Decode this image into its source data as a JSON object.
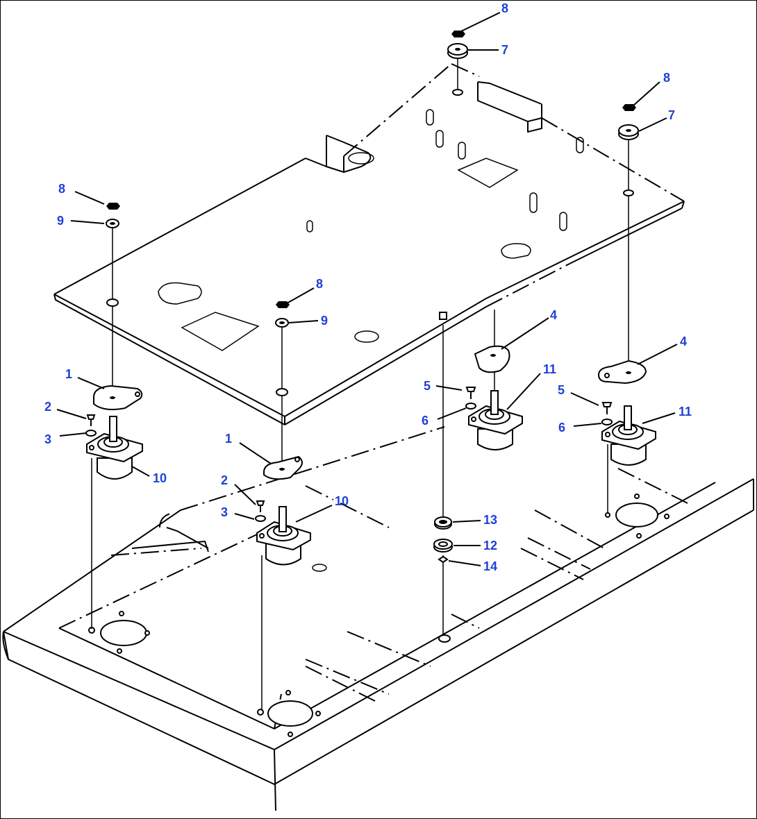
{
  "diagram": {
    "accent_color": "#1f3fd6",
    "callouts": [
      {
        "id": "c8a",
        "label": "8"
      },
      {
        "id": "c7a",
        "label": "7"
      },
      {
        "id": "c8b",
        "label": "8"
      },
      {
        "id": "c7b",
        "label": "7"
      },
      {
        "id": "c8c",
        "label": "8"
      },
      {
        "id": "c9a",
        "label": "9"
      },
      {
        "id": "c8d",
        "label": "8"
      },
      {
        "id": "c9b",
        "label": "9"
      },
      {
        "id": "c4a",
        "label": "4"
      },
      {
        "id": "c4b",
        "label": "4"
      },
      {
        "id": "c1a",
        "label": "1"
      },
      {
        "id": "c2a",
        "label": "2"
      },
      {
        "id": "c3a",
        "label": "3"
      },
      {
        "id": "c10a",
        "label": "10"
      },
      {
        "id": "c5a",
        "label": "5"
      },
      {
        "id": "c6a",
        "label": "6"
      },
      {
        "id": "c11a",
        "label": "11"
      },
      {
        "id": "c5b",
        "label": "5"
      },
      {
        "id": "c6b",
        "label": "6"
      },
      {
        "id": "c11b",
        "label": "11"
      },
      {
        "id": "c1b",
        "label": "1"
      },
      {
        "id": "c2b",
        "label": "2"
      },
      {
        "id": "c3b",
        "label": "3"
      },
      {
        "id": "c10b",
        "label": "10"
      },
      {
        "id": "c13",
        "label": "13"
      },
      {
        "id": "c12",
        "label": "12"
      },
      {
        "id": "c14",
        "label": "14"
      }
    ]
  }
}
